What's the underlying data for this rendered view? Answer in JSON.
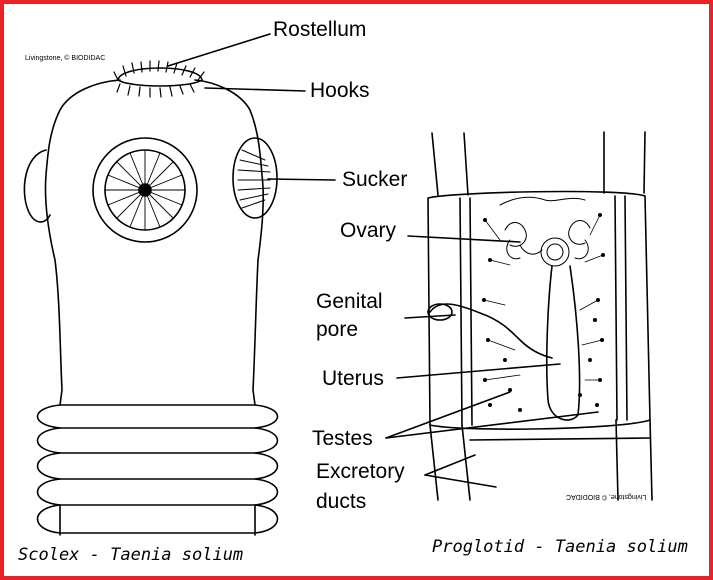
{
  "labels": {
    "rostellum": "Rostellum",
    "hooks": "Hooks",
    "sucker": "Sucker",
    "ovary": "Ovary",
    "genital_pore_line1": "Genital",
    "genital_pore_line2": "pore",
    "uterus": "Uterus",
    "testes": "Testes",
    "excretory_line1": "Excretory",
    "excretory_line2": "ducts"
  },
  "captions": {
    "scolex": "Scolex - Taenia solium",
    "proglottid": "Proglotid - Taenia solium"
  },
  "credits": {
    "scolex": "Livingstone, © BIODIDAC",
    "proglottid": "Livingstone, © BIODIDAC"
  },
  "colors": {
    "border": "#e8232a",
    "ink": "#000000"
  }
}
